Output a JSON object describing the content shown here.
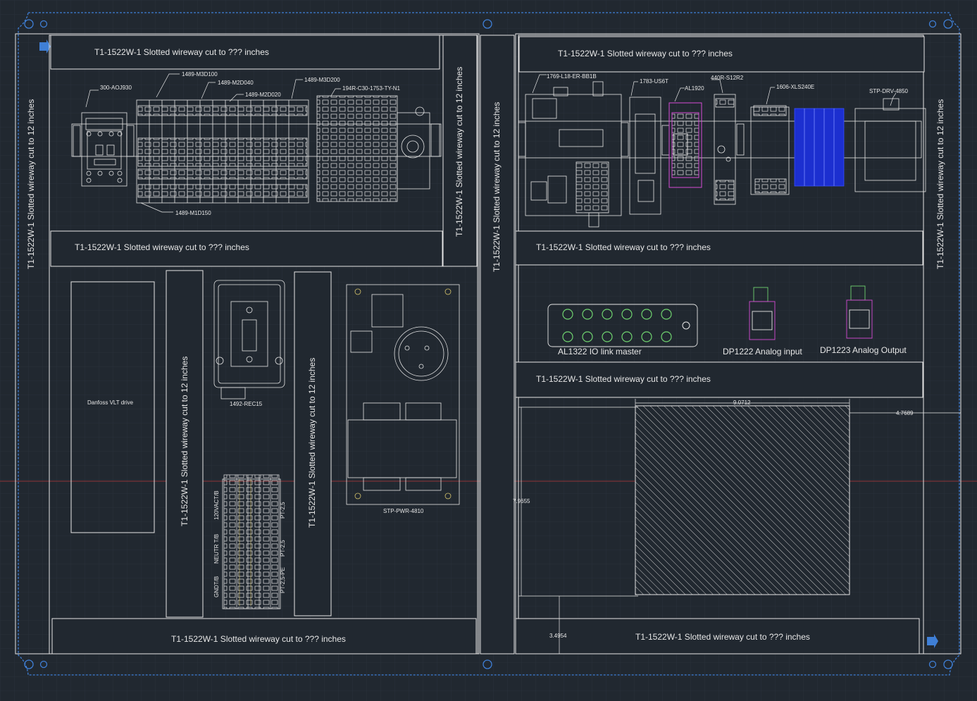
{
  "colors": {
    "background": "#212830",
    "grid": "#2a323b",
    "linework": "#e6e6e6",
    "frame": "#3f7fd6",
    "magenta": "#d64bd6",
    "blue": "#1c2fd0",
    "green": "#6fd26f",
    "yellow": "#d6c46b",
    "crosshair": "#b53a3a"
  },
  "wireway": {
    "horizontal_label": "T1-1522W-1 Slotted wireway cut to ??? inches",
    "vertical_label": "T1-1522W-1 Slotted wireway cut to 12 inches"
  },
  "labels": {
    "aoj930": "300-AOJ930",
    "m3d100": "1489-M3D100",
    "m2d040": "1489-M2D040",
    "m2d020": "1489-M2D020",
    "m3d200": "1489-M3D200",
    "c30": "194R-C30-1753-TY-N1",
    "m1d150": "1489-M1D150",
    "l18": "1769-L18-ER-BB1B",
    "us6t": "1783-US6T",
    "al1920": "AL1920",
    "s12r2": "440R-S12R2",
    "xls240e": "1606-XLS240E",
    "drv4850": "STP-DRV-4850",
    "danfoss": "Danfoss VLT drive",
    "rec15": "1492-REC15",
    "pwr4810": "STP-PWR-4810",
    "al1322": "AL1322 IO link master",
    "dp1222": "DP1222 Analog input",
    "dp1223": "DP1223 Analog Output",
    "tb_120vac": "120VACT/B",
    "tb_neut": "NEUTR T/B",
    "tb_gnd": "GNDT/B",
    "tb_pt25a": "PT-2,5",
    "tb_pt25b": "PT-2,5",
    "tb_pe": "PT-2,5-PE"
  },
  "dimensions": {
    "width": "9.0712",
    "side": "4.7689",
    "height": "7.9655",
    "bottom": "3.4954"
  }
}
